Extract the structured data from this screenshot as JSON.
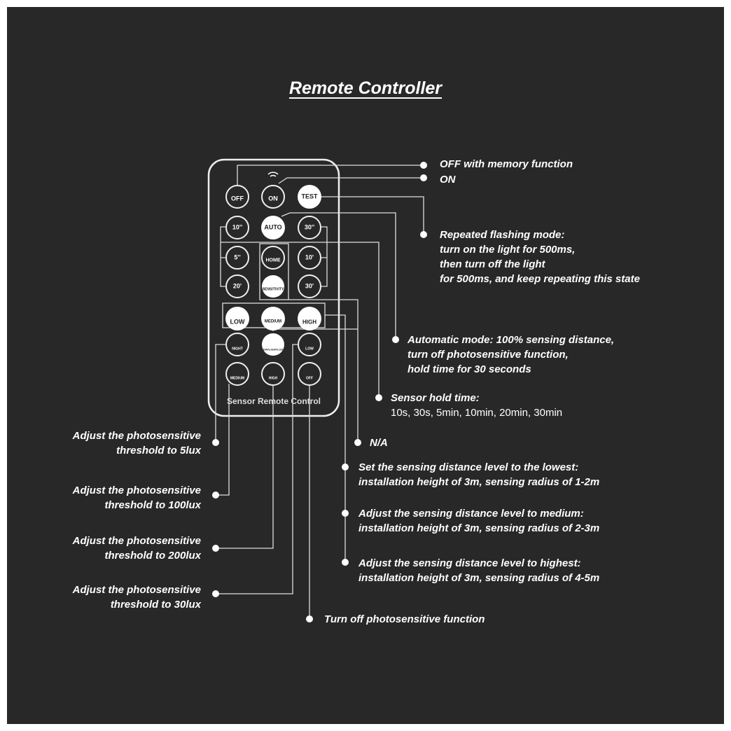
{
  "title": "Remote Controller",
  "remote": {
    "brand": "Sensor Remote Control",
    "buttons": {
      "off": "OFF",
      "on": "ON",
      "test": "TEST",
      "s10": "10''",
      "auto": "AUTO",
      "s30": "30''",
      "s5": "5''",
      "home": "HOME",
      "m10": "10'",
      "m20": "20'",
      "sensitivity": "SENSITIVITY",
      "m30": "30'",
      "low": "LOW",
      "medium": "MEDIUM",
      "high": "HIGH",
      "night": "NIGHT",
      "daylight": "DAYLIGHTLUX",
      "moon_low": "LOW",
      "moon_medium": "MEDIUM",
      "moon_high": "HIGH",
      "sun_off": "OFF"
    }
  },
  "labels": {
    "off": "OFF with memory function",
    "on": "ON",
    "test": [
      "Repeated flashing mode:",
      "turn on the light for 500ms,",
      "then turn off the light",
      "for 500ms, and keep repeating this state"
    ],
    "auto": [
      "Automatic mode: 100% sensing distance,",
      "turn off photosensitive function,",
      "hold time for 30 seconds"
    ],
    "hold_title": "Sensor hold time:",
    "hold_values": "10s, 30s, 5min, 10min, 20min, 30min",
    "na": "N/A",
    "low": [
      "Set the sensing distance level to the lowest:",
      "installation height of 3m, sensing radius of 1-2m"
    ],
    "medium": [
      "Adjust the sensing distance level to medium:",
      "installation height of 3m, sensing radius of 2-3m"
    ],
    "high": [
      "Adjust the sensing distance level to highest:",
      "installation height of 3m, sensing radius of 4-5m"
    ],
    "lux5": [
      "Adjust the photosensitive",
      "threshold to 5lux"
    ],
    "lux100": [
      "Adjust the photosensitive",
      "threshold to 100lux"
    ],
    "lux200": [
      "Adjust the photosensitive",
      "threshold to 200lux"
    ],
    "lux30": [
      "Adjust the photosensitive",
      "threshold to 30lux"
    ],
    "photo_off": "Turn off photosensitive function"
  }
}
